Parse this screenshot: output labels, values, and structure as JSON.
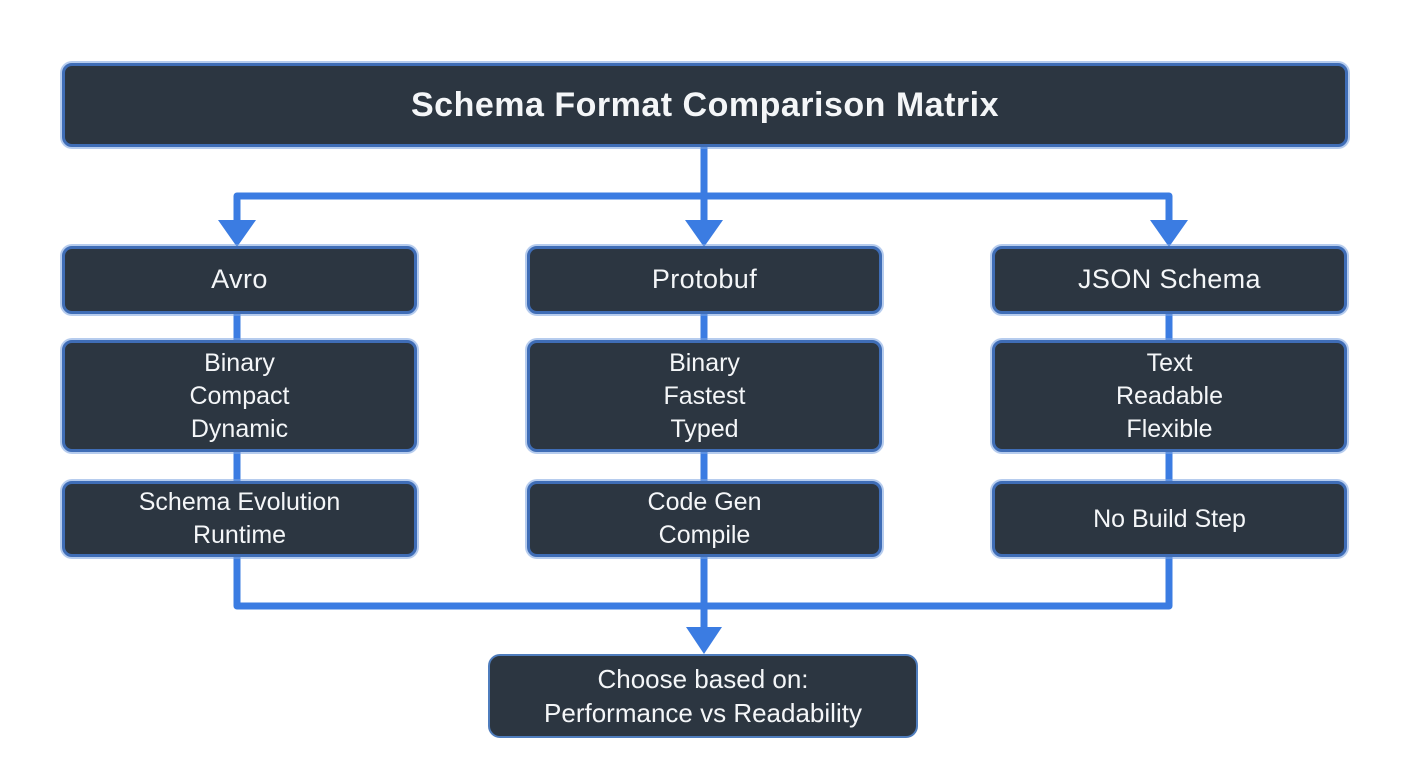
{
  "diagram": {
    "title": "Schema Format Comparison Matrix",
    "columns": [
      {
        "header": "Avro",
        "features": [
          "Binary",
          "Compact",
          "Dynamic"
        ],
        "notes": [
          "Schema Evolution",
          "Runtime"
        ]
      },
      {
        "header": "Protobuf",
        "features": [
          "Binary",
          "Fastest",
          "Typed"
        ],
        "notes": [
          "Code Gen",
          "Compile"
        ]
      },
      {
        "header": "JSON Schema",
        "features": [
          "Text",
          "Readable",
          "Flexible"
        ],
        "notes": [
          "No Build Step"
        ]
      }
    ],
    "conclusion": {
      "line1": "Choose based on:",
      "line2": "Performance vs Readability"
    },
    "colors": {
      "background": "#ffffff",
      "node_fill": "#2c3641",
      "node_border": "#3f6db6",
      "node_border_glow": "#7aa3e0",
      "connector": "#3b7ce2",
      "text": "#f4f6f8"
    }
  }
}
